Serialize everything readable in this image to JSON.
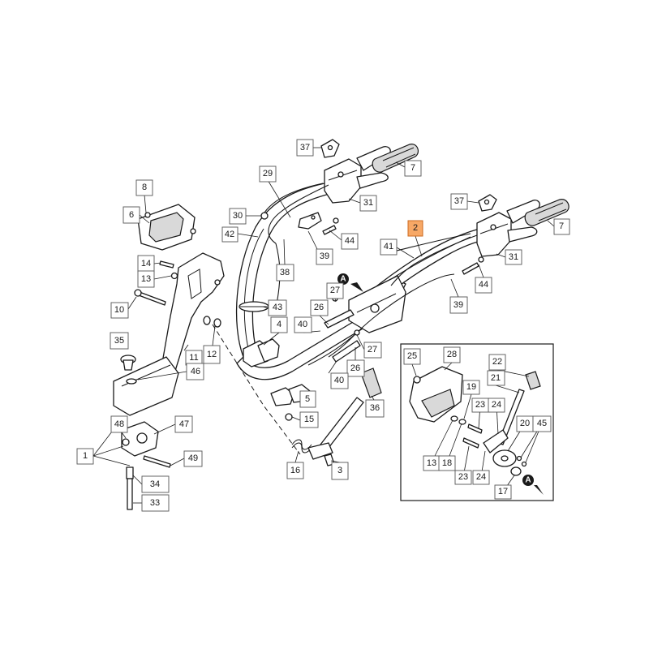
{
  "diagram": {
    "highlight_color": "#f7a866",
    "callouts": [
      {
        "id": "c37a",
        "text": "37"
      },
      {
        "id": "c7a",
        "text": "7"
      },
      {
        "id": "c29",
        "text": "29"
      },
      {
        "id": "c31a",
        "text": "31"
      },
      {
        "id": "c30",
        "text": "30"
      },
      {
        "id": "c42",
        "text": "42"
      },
      {
        "id": "c44a",
        "text": "44"
      },
      {
        "id": "c38",
        "text": "38"
      },
      {
        "id": "c39a",
        "text": "39"
      },
      {
        "id": "c8",
        "text": "8"
      },
      {
        "id": "c6",
        "text": "6"
      },
      {
        "id": "c14",
        "text": "14"
      },
      {
        "id": "c13a",
        "text": "13"
      },
      {
        "id": "c10",
        "text": "10"
      },
      {
        "id": "c43",
        "text": "43"
      },
      {
        "id": "c37b",
        "text": "37"
      },
      {
        "id": "c7b",
        "text": "7"
      },
      {
        "id": "c2",
        "text": "2"
      },
      {
        "id": "c41",
        "text": "41"
      },
      {
        "id": "c31b",
        "text": "31"
      },
      {
        "id": "c44b",
        "text": "44"
      },
      {
        "id": "c39b",
        "text": "39"
      },
      {
        "id": "c27a",
        "text": "27"
      },
      {
        "id": "c26a",
        "text": "26"
      },
      {
        "id": "c4",
        "text": "4"
      },
      {
        "id": "c40a",
        "text": "40"
      },
      {
        "id": "c35",
        "text": "35"
      },
      {
        "id": "c11",
        "text": "11"
      },
      {
        "id": "c12",
        "text": "12"
      },
      {
        "id": "c46",
        "text": "46"
      },
      {
        "id": "c27b",
        "text": "27"
      },
      {
        "id": "c26b",
        "text": "26"
      },
      {
        "id": "c40b",
        "text": "40"
      },
      {
        "id": "c5",
        "text": "5"
      },
      {
        "id": "c36",
        "text": "36"
      },
      {
        "id": "c15",
        "text": "15"
      },
      {
        "id": "c48",
        "text": "48"
      },
      {
        "id": "c47",
        "text": "47"
      },
      {
        "id": "c1",
        "text": "1"
      },
      {
        "id": "c49",
        "text": "49"
      },
      {
        "id": "c16",
        "text": "16"
      },
      {
        "id": "c3",
        "text": "3"
      },
      {
        "id": "c34",
        "text": "34"
      },
      {
        "id": "c33",
        "text": "33"
      },
      {
        "id": "c25",
        "text": "25"
      },
      {
        "id": "c28",
        "text": "28"
      },
      {
        "id": "c22",
        "text": "22"
      },
      {
        "id": "c21",
        "text": "21"
      },
      {
        "id": "c19",
        "text": "19"
      },
      {
        "id": "c23a",
        "text": "23"
      },
      {
        "id": "c24a",
        "text": "24"
      },
      {
        "id": "c20",
        "text": "20"
      },
      {
        "id": "c45",
        "text": "45"
      },
      {
        "id": "c13b",
        "text": "13"
      },
      {
        "id": "c18",
        "text": "18"
      },
      {
        "id": "c23b",
        "text": "23"
      },
      {
        "id": "c24b",
        "text": "24"
      },
      {
        "id": "c17",
        "text": "17"
      }
    ],
    "refs": [
      {
        "id": "ref-main",
        "text": "A"
      },
      {
        "id": "ref-detail",
        "text": "A"
      }
    ]
  }
}
